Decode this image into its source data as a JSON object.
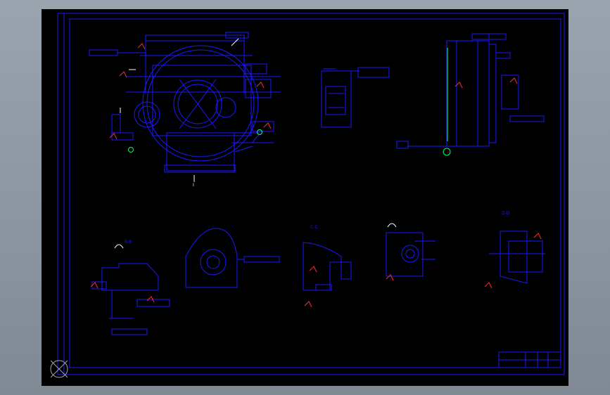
{
  "app": {
    "viewport_bg": "#000000",
    "line_color": "#1a1aff",
    "red_mark": "#ff2a2a",
    "green_mark": "#00ff66",
    "white_mark": "#ffffff"
  },
  "views": {
    "main_label": "I",
    "section_b_label": "B-B",
    "section_c_label": "C-C",
    "section_d_label": "D-D"
  },
  "icons": {
    "ucs_icon": "ucs-cross-icon"
  }
}
